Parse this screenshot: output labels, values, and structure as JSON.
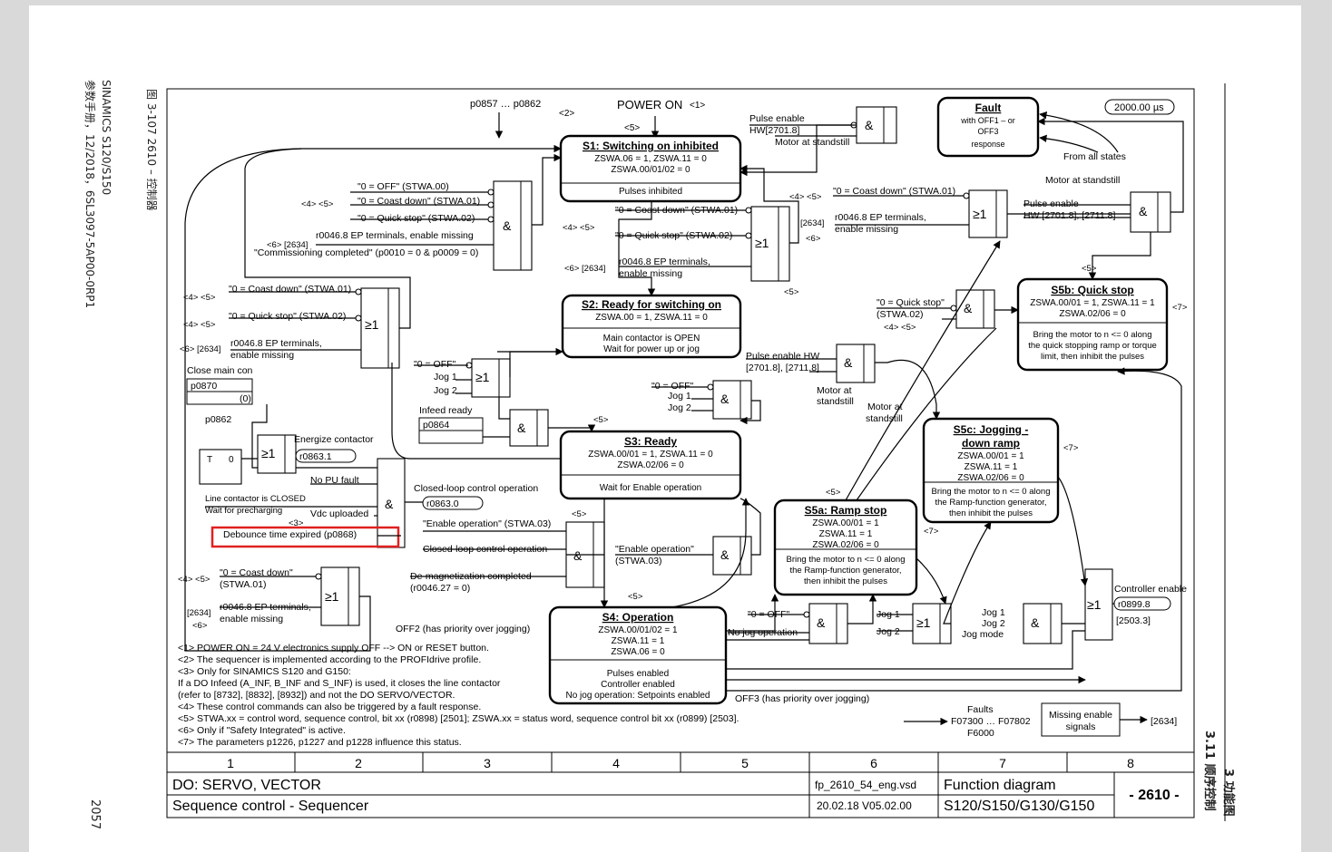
{
  "header": {
    "power_on": "POWER ON",
    "power_on_ref": "<1>",
    "param_range": "p0857 … p0862",
    "param_ref": "<2>",
    "time": "2000.00 µs"
  },
  "states": {
    "s1": {
      "title": "S1: Switching on inhibited",
      "lines": [
        "ZSWA.06 = 1, ZSWA.11 = 0",
        "ZSWA.00/01/02 = 0"
      ],
      "status": "Pulses inhibited"
    },
    "s2": {
      "title": "S2: Ready for switching on",
      "lines": [
        "ZSWA.00 = 1, ZSWA.11 = 0"
      ],
      "status": "Main contactor is OPEN",
      "status2": "Wait for power up or jog"
    },
    "s3": {
      "title": "S3: Ready",
      "lines": [
        "ZSWA.00/01 = 1, ZSWA.11 = 0",
        "ZSWA.02/06 = 0"
      ],
      "status": "Wait for Enable operation"
    },
    "s4": {
      "title": "S4: Operation",
      "lines": [
        "ZSWA.00/01/02 = 1",
        "ZSWA.11 = 1",
        "ZSWA.06 = 0"
      ],
      "status": "Pulses enabled",
      "status2": "Controller enabled",
      "status3": "No jog operation: Setpoints enabled"
    },
    "s5a": {
      "title": "S5a: Ramp stop",
      "lines": [
        "ZSWA.00/01 = 1",
        "ZSWA.11 = 1",
        "ZSWA.02/06 = 0"
      ],
      "status": "Bring the motor to n <= 0 along",
      "status2": "the Ramp-function generator,",
      "status3": "then inhibit the pulses"
    },
    "s5b": {
      "title": "S5b: Quick stop",
      "lines": [
        "ZSWA.00/01 = 1, ZSWA.11 = 1",
        "ZSWA.02/06 = 0"
      ],
      "status": "Bring the motor to n <= 0 along",
      "status2": "the quick stopping ramp or torque",
      "status3": "limit, then inhibit the pulses"
    },
    "s5c": {
      "title1": "S5c: Jogging -",
      "title2": "down ramp",
      "lines": [
        "ZSWA.00/01 = 1",
        "ZSWA.11 = 1",
        "ZSWA.02/06 = 0"
      ],
      "status": "Bring the motor to n <= 0 along",
      "status2": "the Ramp-function generator,",
      "status3": "then inhibit the pulses"
    },
    "fault": {
      "title": "Fault",
      "l1": "with OFF1 – or",
      "l2": "OFF3",
      "l3": "response"
    }
  },
  "gates": {
    "and": "&",
    "or": "≥1"
  },
  "labels": {
    "off_stwa00": "\"0 = OFF\" (STWA.00)",
    "coast_stwa01_a": "\"0 = Coast down\" (STWA.01)",
    "quick_stwa02_a": "\"0 = Quick stop\" (STWA.02)",
    "ep_missing_a": "r0046.8 EP terminals, enable missing",
    "comm_ref": "<6> [2634]",
    "comm_done": "\"Commissioning completed\" (p0010 = 0 & p0009 = 0)",
    "refs45": "<4>  <5>",
    "refs45b": "<4>  <5>",
    "coast_stwa01_b": "\"0 = Coast down\" (STWA.01)",
    "quick_stwa02_b": "\"0 = Quick stop\" (STWA.02)",
    "ep_b1": "r0046.8 EP terminals,",
    "ep_b2": "enable missing",
    "ref_62634": "<6> [2634]",
    "ref_2634": "[2634]",
    "ref_6": "<6>",
    "coast_l": "\"0 = Coast down\" (STWA.01)",
    "quick_l": "\"0 = Quick stop\" (STWA.02)",
    "ep_l1": "r0046.8 EP terminals,",
    "ep_l2": "enable missing",
    "ref_l6": "<6> [2634]",
    "close_main": "Close main con",
    "p0870": "p0870",
    "p0870_val": "(0)",
    "p0862": "p0862",
    "timer_t": "T",
    "timer_0": "0",
    "energize": "Energize contactor",
    "r08631": "r0863.1",
    "no_pu": "No PU fault",
    "line_closed": "Line contactor is CLOSED",
    "wait_pre": "Wait for precharging",
    "vdc": "Vdc uploaded",
    "ref3": "<3>",
    "debounce": "Debounce time expired (p0868)",
    "off0": "\"0 = OFF\"",
    "jog1": "Jog 1",
    "jog2": "Jog 2",
    "infeed": "Infeed ready",
    "p0864": "p0864",
    "pulse_hw": "Pulse enable HW",
    "pulse_hw_ref": "[2701.8], [2711.8]",
    "motor_ss": "Motor at",
    "motor_ss2": "standstill",
    "cl_ctrl": "Closed-loop control operation",
    "r08630": "r0863.0",
    "en_op": "\"Enable operation\" (STWA.03)",
    "cl_ctrl2": "Closed-loop control operation",
    "en_op2": "\"Enable operation\"",
    "en_op2b": "(STWA.03)",
    "demag": "De-magnetization completed",
    "demag_r": "(r0046.27 = 0)",
    "coast_bl": "\"0 = Coast down\"",
    "coast_bl2": "(STWA.01)",
    "ep_bl1": "r0046.8 EP terminals,",
    "ep_bl2": "enable missing",
    "off2": "OFF2 (has priority over jogging)",
    "off3": "OFF3 (has priority over jogging)",
    "pulse_en": "Pulse enable",
    "pulse_en_hw": "HW[2701.8]",
    "motor_standstill": "Motor at standstill",
    "from_all": "From all states",
    "motor_standstill2": "Motor at standstill",
    "pulse_en2": "Pulse enable",
    "pulse_en2_hw": "HW [2701.8], [2711.8]",
    "quick_r": "\"0 = Quick stop\"",
    "quick_r2": "(STWA.02)",
    "no_jog": "No jog operation",
    "jog_mode": "Jog mode",
    "ctrl_en": "Controller enable",
    "r08998": "r0899.8",
    "ref25033": "[2503.3]",
    "faults": "Faults",
    "f_range": "F07300 … F07802",
    "f6000": "F6000",
    "missing_en": "Missing enable",
    "signals": "signals",
    "ref_m2634": "[2634]",
    "r7": "<7>",
    "r5": "<5>",
    "r4": "<4>",
    "r6": "<6>"
  },
  "notes": [
    "<1> POWER ON = 24 V electronics supply OFF --> ON or RESET button.",
    "<2> The sequencer is implemented according to the PROFIdrive profile.",
    "<3> Only for SINAMICS S120 and G150:",
    "      If a DO Infeed (A_INF, B_INF and S_INF) is used, it closes the line contactor",
    "      (refer to [8732], [8832], [8932]) and not the DO SERVO/VECTOR.",
    "<4> These control commands can also be triggered by a fault response.",
    "<5> STWA.xx = control word, sequence control, bit xx (r0898) [2501]; ZSWA.xx = status word, sequence control bit xx (r0899) [2503].",
    "<6> Only if \"Safety Integrated\" is active.",
    "<7> The parameters p1226, p1227 and p1228 influence this status."
  ],
  "columns": [
    "1",
    "2",
    "3",
    "4",
    "5",
    "6",
    "7",
    "8"
  ],
  "footer": {
    "do": "DO: SERVO, VECTOR",
    "title": "Sequence control - Sequencer",
    "file": "fp_2610_54_eng.vsd",
    "date": "20.02.18   V05.02.00",
    "fd": "Function diagram",
    "models": "S120/S150/G130/G150",
    "num": "- 2610 -"
  },
  "margin": {
    "left1": "SINAMICS S120/S150",
    "left2": "参数手册，12/2018，6SL3097-5AP00-0RP1",
    "left3": "图 3-107    2610 – 控制器",
    "page": "2057",
    "right1": "3 功能图",
    "right2": "3.11 顺序控制"
  }
}
